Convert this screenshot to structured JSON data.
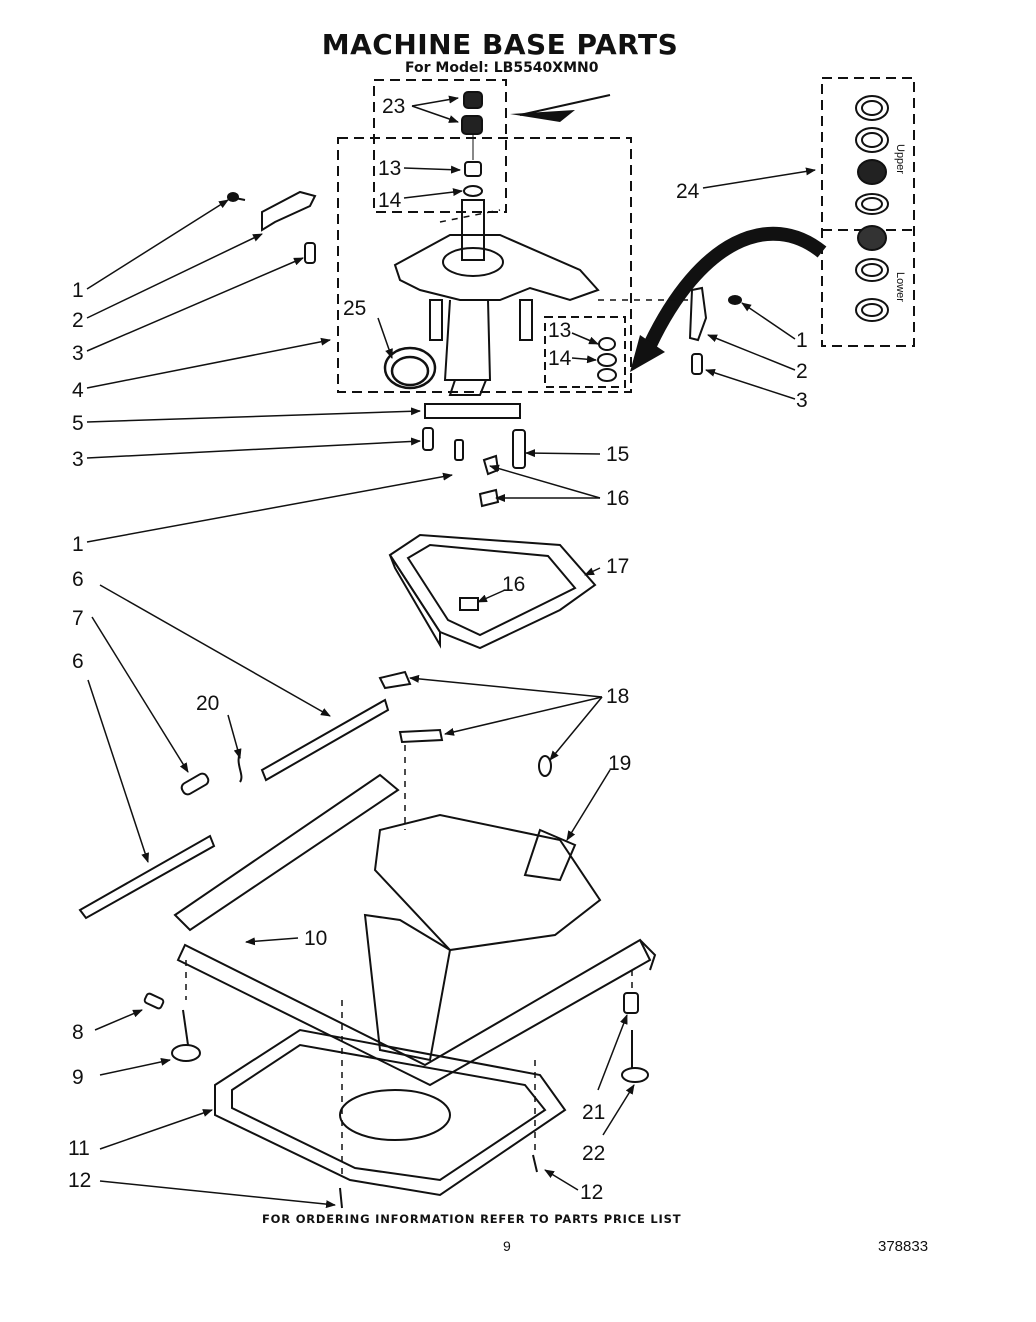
{
  "title": "MACHINE BASE PARTS",
  "subtitle": "For Model: LB5540XMN0",
  "footer_note": "FOR ORDERING INFORMATION REFER TO PARTS PRICE LIST",
  "page_number": "9",
  "document_number": "378833",
  "seal_kit_labels": {
    "upper": "Upper",
    "lower": "Lower"
  },
  "callouts": {
    "c1a": "1",
    "c2a": "2",
    "c3a": "3",
    "c4": "4",
    "c5": "5",
    "c3b": "3",
    "c1b": "1",
    "c6a": "6",
    "c7": "7",
    "c6b": "6",
    "c8": "8",
    "c9": "9",
    "c11": "11",
    "c12a": "12",
    "c23": "23",
    "c13a": "13",
    "c14a": "14",
    "c25": "25",
    "c13b": "13",
    "c14b": "14",
    "c24": "24",
    "c1c": "1",
    "c2b": "2",
    "c3c": "3",
    "c15": "15",
    "c16a": "16",
    "c16b": "16",
    "c17": "17",
    "c18": "18",
    "c19": "19",
    "c20": "20",
    "c10": "10",
    "c21": "21",
    "c22": "22",
    "c12b": "12"
  }
}
